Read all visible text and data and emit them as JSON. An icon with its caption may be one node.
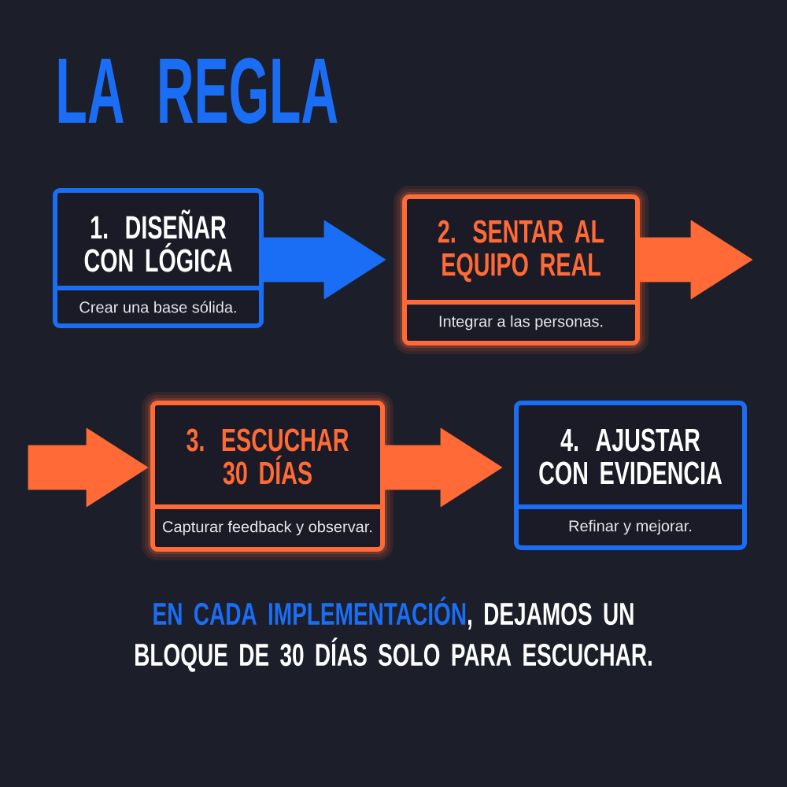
{
  "diagram": {
    "title": "LA REGLA",
    "nodes": [
      {
        "text": [
          "1. DISEÑAR CON LÓGICA",
          "Crear una base sólida."
        ]
      },
      {
        "text": [
          "2. SENTAR AL EQUIPO REAL",
          "Integrar a las personas."
        ]
      },
      {
        "text": [
          "3. ESCUCHAR 30 DÍAS",
          "Capturar feedback y observar."
        ]
      },
      {
        "text": [
          "4. AJUSTAR CON EVIDENCIA",
          "Refinar y mejorar."
        ]
      }
    ],
    "edges": [
      {
        "from": 0,
        "to": 1,
        "arrow": "to",
        "color": "#1a6ef5"
      },
      {
        "from": 1,
        "to": null,
        "arrow": "to"
      },
      {
        "from": null,
        "to": 2,
        "arrow": "to"
      },
      {
        "from": 2,
        "to": 3,
        "arrow": "to"
      }
    ],
    "caption": "**EN CADA IMPLEMENTACIÓN**, DEJAMOS UN BLOQUE DE 30 DÍAS SOLO PARA ESCUCHAR."
  }
}
